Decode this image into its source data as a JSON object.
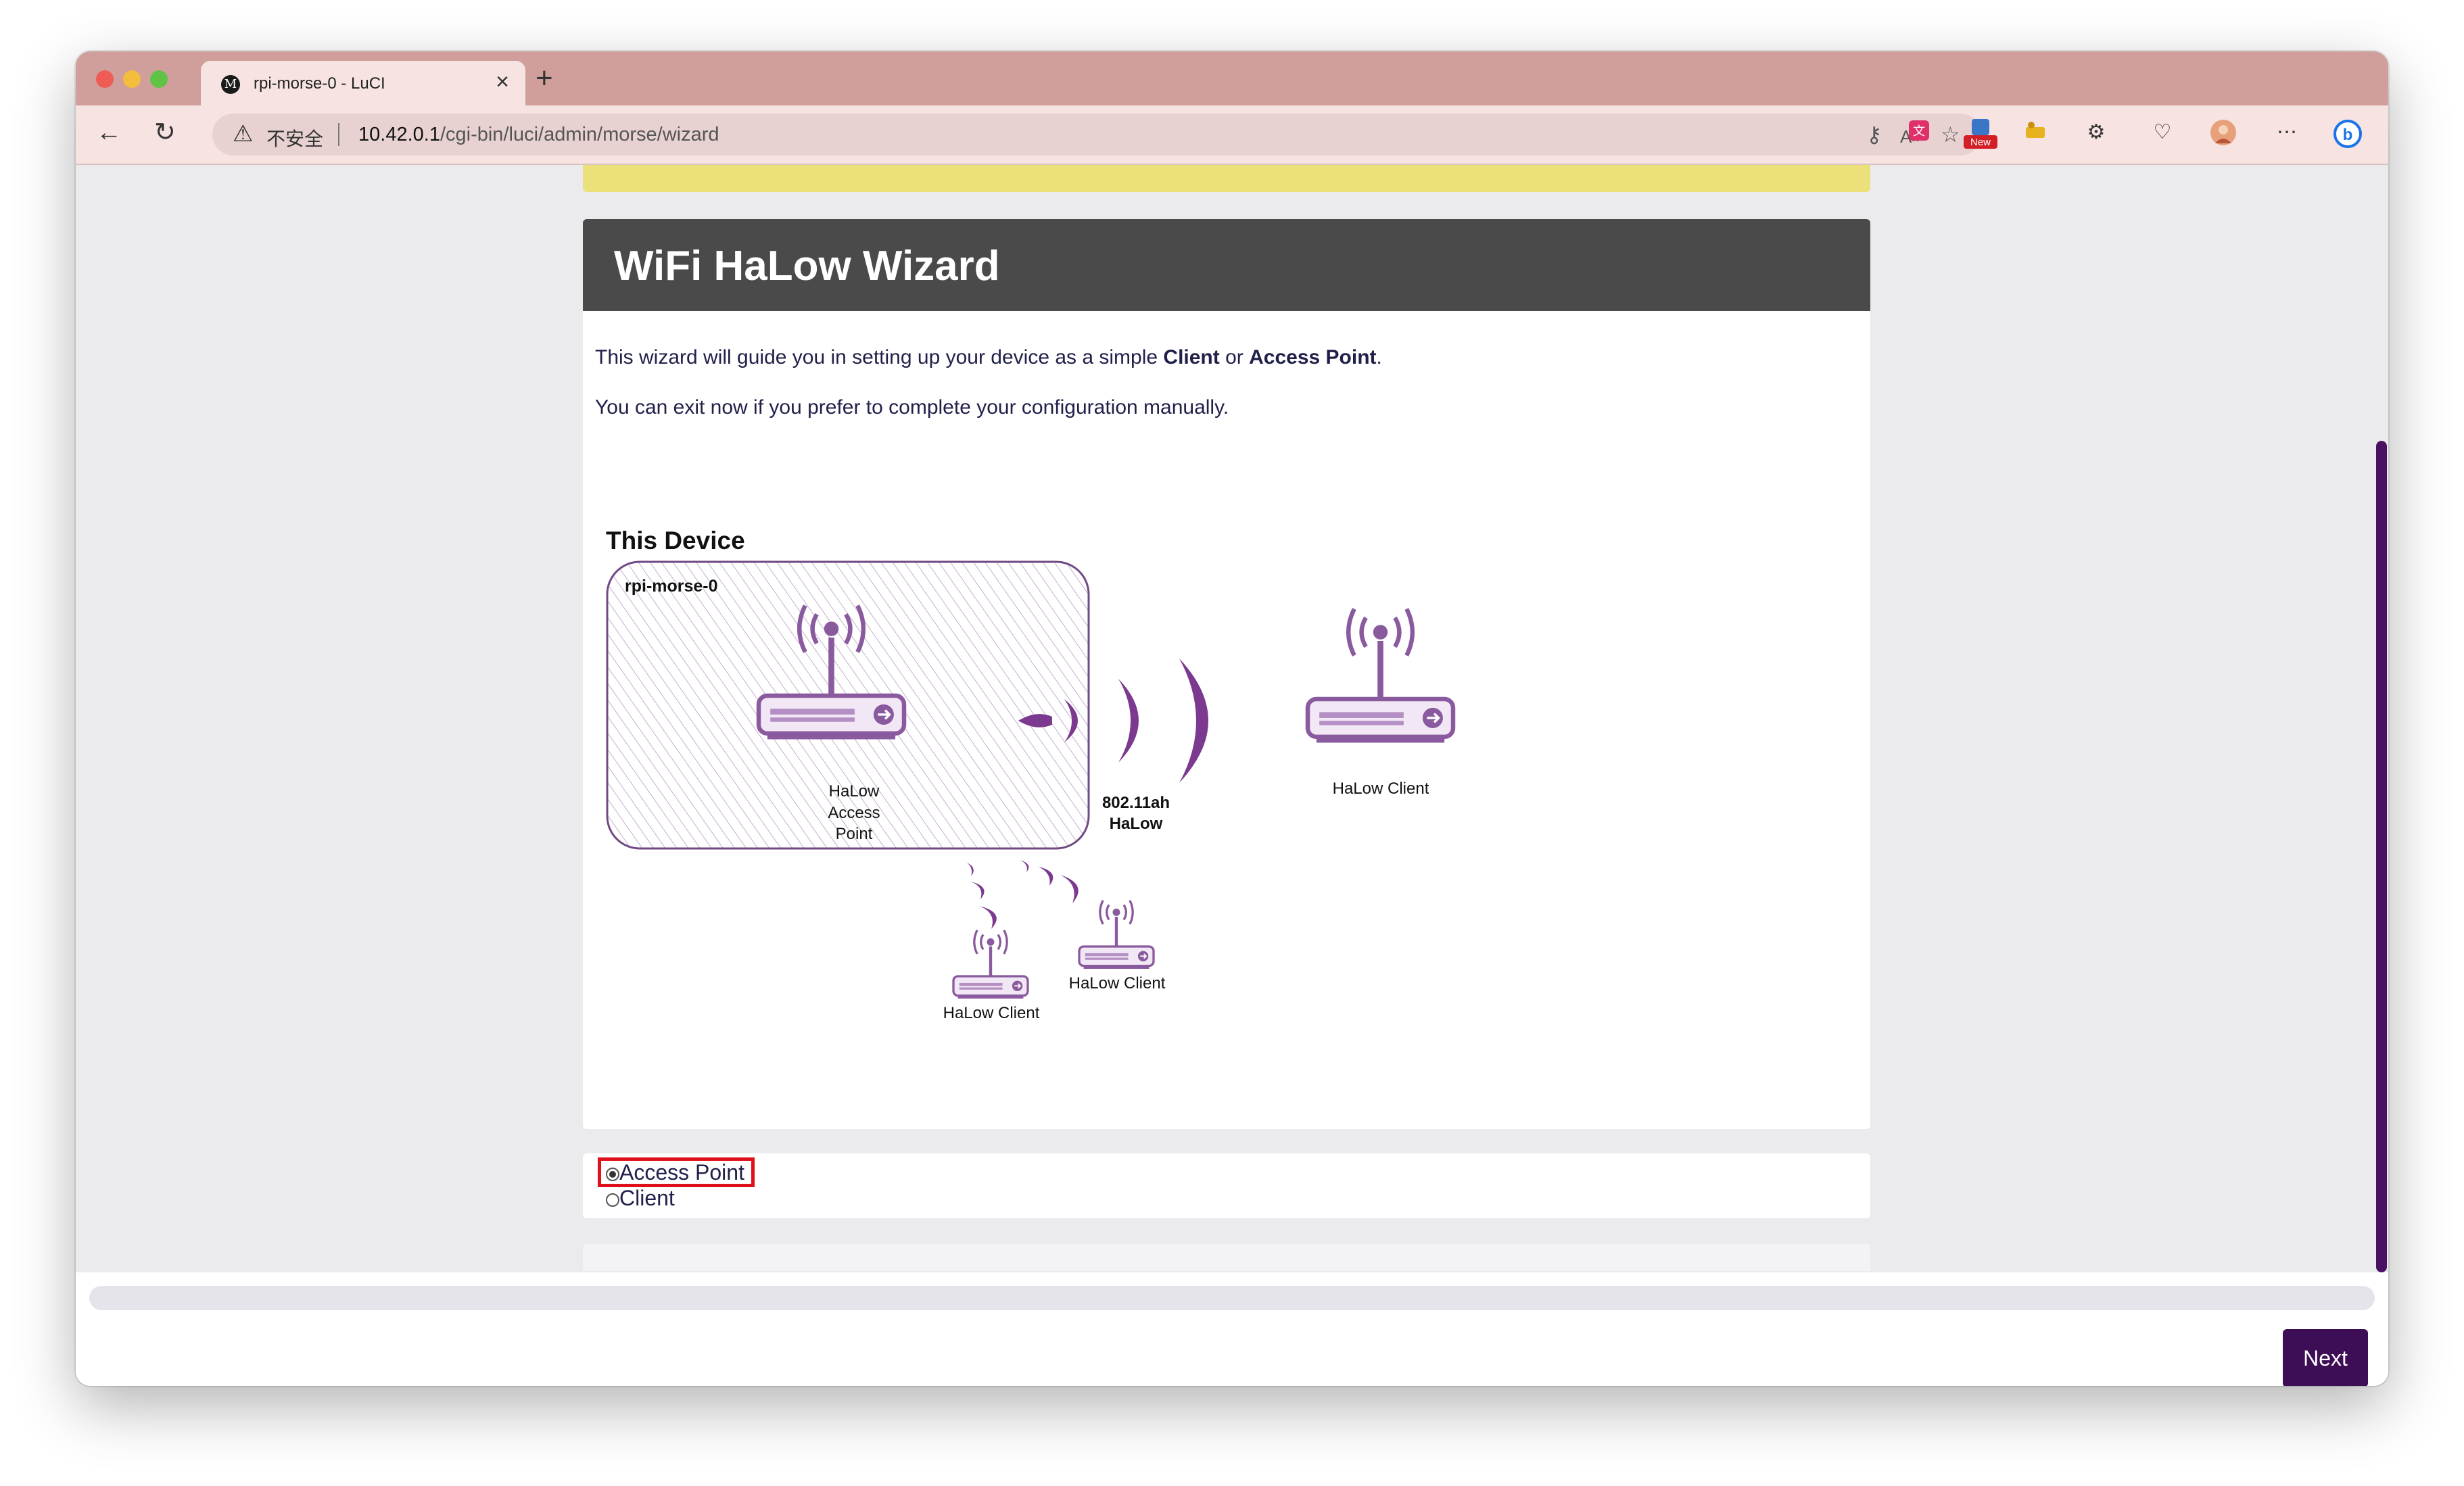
{
  "browser": {
    "tab_title": "rpi-morse-0 - LuCI",
    "tab_close": "×",
    "new_tab": "+",
    "insecure_label": "不安全",
    "url_host": "10.42.0.1",
    "url_path": "/cgi-bin/luci/admin/morse/wizard",
    "ext_badge": "New"
  },
  "wizard": {
    "title": "WiFi HaLow Wizard",
    "intro_pre": "This wizard will guide you in setting up your device as a simple ",
    "intro_client": "Client",
    "intro_or": " or ",
    "intro_ap": "Access Point",
    "intro_end": ".",
    "exit_text": "You can exit now if you prefer to complete your configuration manually."
  },
  "diagram": {
    "heading": "This Device",
    "device_name": "rpi-morse-0",
    "ap_label_1": "HaLow",
    "ap_label_2": "Access",
    "ap_label_3": "Point",
    "link_label_1": "802.11ah",
    "link_label_2": "HaLow",
    "client_far": "HaLow Client",
    "client_mid": "HaLow Client",
    "client_low": "HaLow Client"
  },
  "mode": {
    "options": [
      "Access Point",
      "Client"
    ],
    "selected": "Access Point"
  },
  "footer": {
    "next_label": "Next"
  },
  "colors": {
    "accent": "#3d0d55",
    "diagram": "#8a5a9e",
    "header": "#4a4a4a",
    "notice": "#ebe07a",
    "tabbar": "#d09f9c"
  }
}
